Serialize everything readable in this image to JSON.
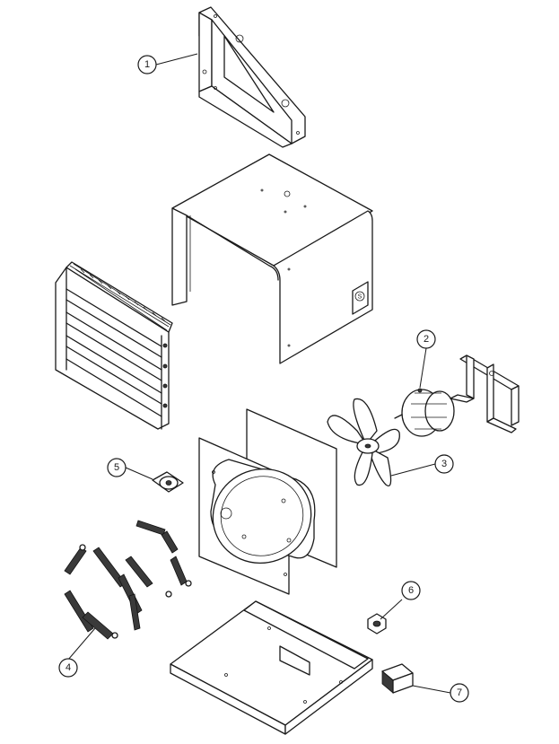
{
  "diagram": {
    "callouts": [
      {
        "id": "1",
        "label": "1"
      },
      {
        "id": "2",
        "label": "2"
      },
      {
        "id": "3",
        "label": "3"
      },
      {
        "id": "4",
        "label": "4"
      },
      {
        "id": "5",
        "label": "5"
      },
      {
        "id": "6",
        "label": "6"
      },
      {
        "id": "7",
        "label": "7"
      }
    ],
    "logo_mark": "S"
  }
}
